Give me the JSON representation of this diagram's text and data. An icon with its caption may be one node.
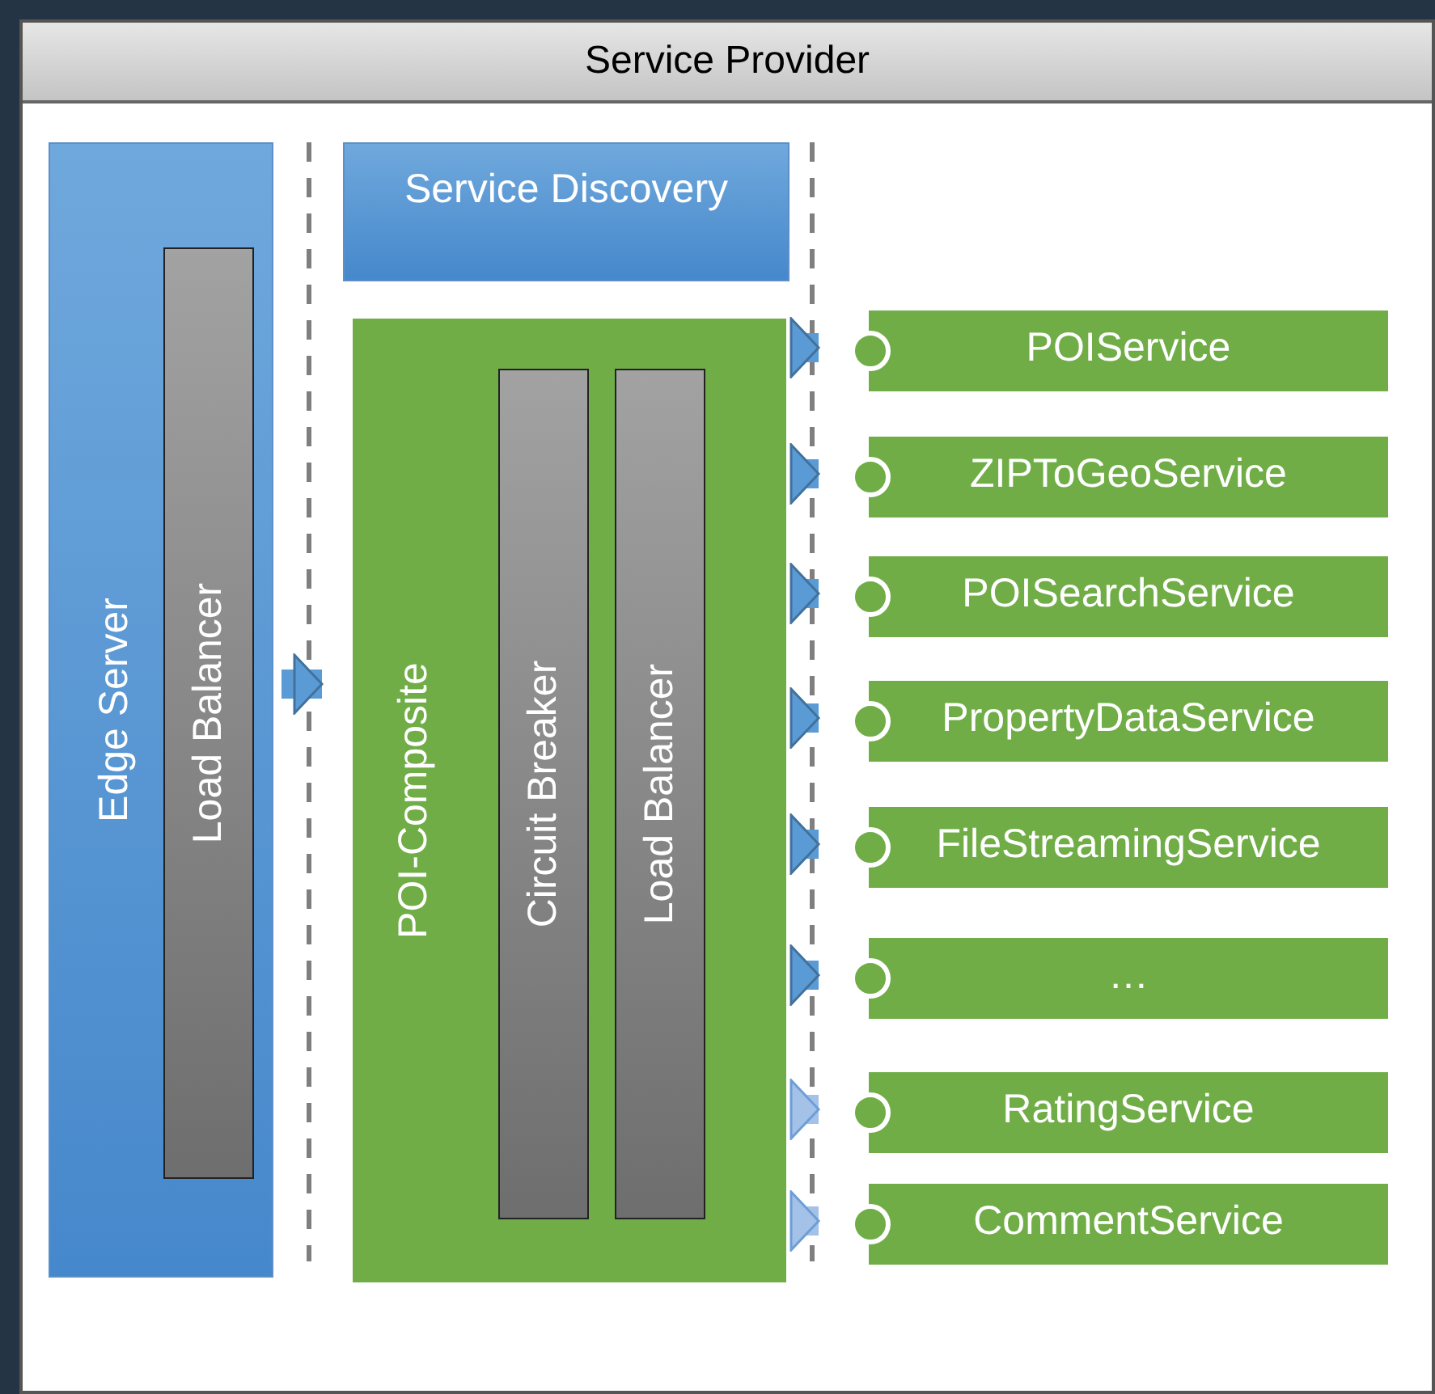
{
  "diagram": {
    "nodes": [
      {
        "text": [
          "Service Provider"
        ]
      },
      {
        "text": [
          "Edge Server"
        ],
        "in": 0
      },
      {
        "text": [
          "Load Balancer"
        ],
        "in": 1
      },
      {
        "text": [
          "Service Discovery"
        ],
        "in": 0
      },
      {
        "text": [
          "POI-Composite"
        ],
        "in": 0
      },
      {
        "text": [
          "Circuit Breaker"
        ],
        "in": 4
      },
      {
        "text": [
          "Load Balancer"
        ],
        "in": 4
      },
      {
        "text": [
          "POIService"
        ],
        "in": 0
      },
      {
        "text": [
          "ZIPToGeoService"
        ],
        "in": 0
      },
      {
        "text": [
          "POISearchService"
        ],
        "in": 0
      },
      {
        "text": [
          "PropertyDataService"
        ],
        "in": 0
      },
      {
        "text": [
          "FileStreamingService"
        ],
        "in": 0
      },
      {
        "text": [
          "…"
        ],
        "in": 0
      },
      {
        "text": [
          "RatingService"
        ],
        "in": 0
      },
      {
        "text": [
          "CommentService"
        ],
        "in": 0
      }
    ],
    "edges": [
      {
        "from": 1,
        "to": 4,
        "arrow": "to"
      },
      {
        "from": 4,
        "to": 7,
        "arrow": "to"
      },
      {
        "from": 4,
        "to": 8,
        "arrow": "to"
      },
      {
        "from": 4,
        "to": 9,
        "arrow": "to"
      },
      {
        "from": 4,
        "to": 10,
        "arrow": "to"
      },
      {
        "from": 4,
        "to": 11,
        "arrow": "to"
      },
      {
        "from": 4,
        "to": 12,
        "arrow": "to"
      },
      {
        "from": 4,
        "to": 13,
        "arrow": "to",
        "color": "#a4c2e8"
      },
      {
        "from": 4,
        "to": 14,
        "arrow": "to",
        "color": "#a4c2e8"
      }
    ]
  }
}
